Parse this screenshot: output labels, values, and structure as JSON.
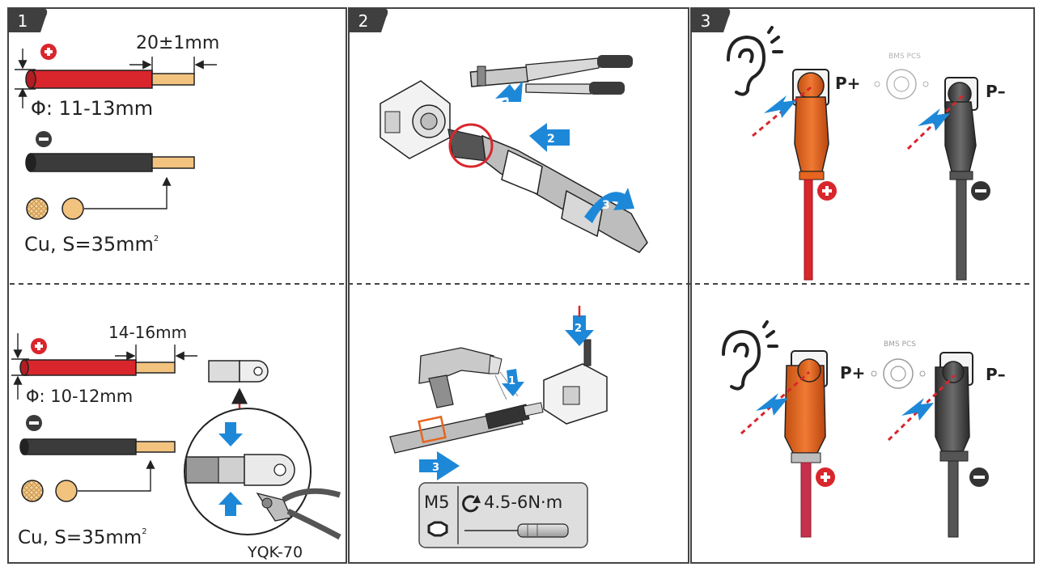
{
  "steps": {
    "s1": "1",
    "s2": "2",
    "s3": "3"
  },
  "panel1_top": {
    "strip_length": "20±1mm",
    "diameter": "Φ: 11-13mm",
    "material": "Cu, S=35mm",
    "material_sup": "2"
  },
  "panel1_bottom": {
    "strip_length": "14-16mm",
    "diameter": "Φ: 10-12mm",
    "material": "Cu, S=35mm",
    "material_sup": "2",
    "tool": "YQK-70"
  },
  "panel2_top": {
    "arrow1": "1",
    "arrow2": "2",
    "arrow3": "3"
  },
  "panel2_bottom": {
    "arrow1": "1",
    "arrow2": "2",
    "arrow3": "3",
    "bolt": "M5",
    "torque": "4.5-6N·m"
  },
  "panel3": {
    "p_plus": "P+",
    "p_minus": "P–",
    "port_label": "BMS PCS"
  },
  "colors": {
    "red": "#d9262c",
    "black": "#3b3b3b",
    "copper": "#f2c37f",
    "blue": "#1e88d8",
    "orange": "#e7651f",
    "panel_border": "#444444",
    "tab_fill": "#3f3f3f"
  }
}
